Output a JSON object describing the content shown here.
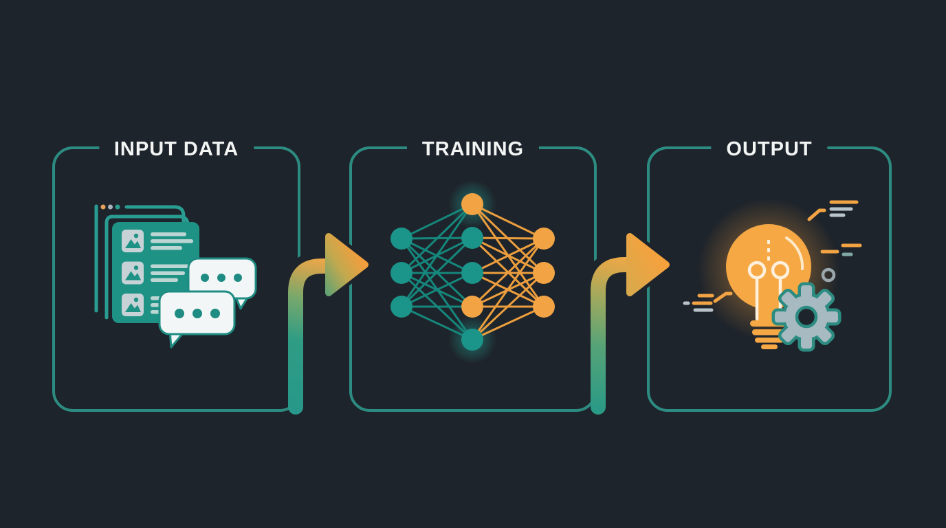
{
  "title_bar": {
    "description": "AI pipeline infographic: input data flows into training which produces output"
  },
  "colors": {
    "background": "#1e242b",
    "panel_border": "#2d8c82",
    "title_text": "#f3f5f5",
    "teal": "#1b9489",
    "orange": "#f2a445",
    "light_gray": "#c6d2d6",
    "bubble_white": "#f3f6f6",
    "bubble_outline": "#1e8c82",
    "gear_gray": "#a7bac1",
    "bulb_orange": "#f6a845",
    "speed_line_gray": "#b9c4c9"
  },
  "panels": [
    {
      "id": "input-data",
      "title": "INPUT DATA",
      "icon": "documents-and-chat-bubbles-icon"
    },
    {
      "id": "training",
      "title": "TRAINING",
      "icon": "neural-network-icon"
    },
    {
      "id": "output",
      "title": "OUTPUT",
      "icon": "lightbulb-and-gear-icon"
    }
  ],
  "flow_arrows": [
    {
      "from": "INPUT DATA",
      "to": "TRAINING",
      "direction": "right",
      "gradient": [
        "#27988a",
        "#f0a848"
      ]
    },
    {
      "from": "TRAINING",
      "to": "OUTPUT",
      "direction": "right",
      "gradient": [
        "#2a9a86",
        "#f0a848"
      ]
    }
  ],
  "network": {
    "layer_sizes": [
      3,
      5,
      3
    ],
    "node_colors": [
      [
        "teal",
        "teal",
        "teal"
      ],
      [
        "orange",
        "teal",
        "teal",
        "orange",
        "teal"
      ],
      [
        "orange",
        "orange",
        "orange"
      ]
    ],
    "edge_colors": [
      "#15877c",
      "#ec9e3e"
    ],
    "glow_nodes": [
      [
        1,
        0
      ],
      [
        1,
        4
      ]
    ]
  },
  "input_icon": {
    "window_dot_colors": [
      "#e8a35b",
      "#a9b4ba",
      "#2a9d8f"
    ],
    "list_rows": [
      {
        "line_widths": [
          52,
          62,
          46
        ]
      },
      {
        "line_widths": [
          58,
          50,
          40
        ]
      },
      {
        "line_widths": [
          34,
          26,
          20
        ]
      }
    ],
    "chat_bubble_dot_count": 3
  },
  "output_icon": {
    "gear_teeth": 8,
    "has_glow": true
  }
}
